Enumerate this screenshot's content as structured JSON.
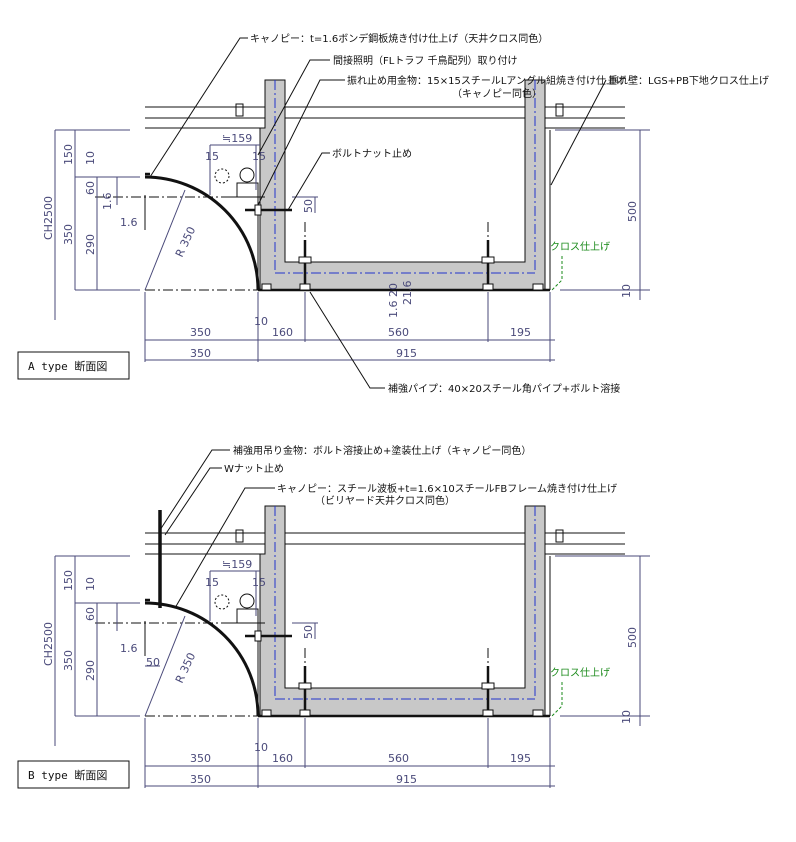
{
  "sections": {
    "a": {
      "label": "A type 断面図",
      "canopy_note": "キャノピー：t=1.6ボンデ鋼板焼き付け仕上げ（天井クロス同色）",
      "lighting_note": "間接照明（FLトラフ 千鳥配列）取り付け",
      "bracing_note": "振れ止め用金物：15×15スチールLアングル組焼き付け仕上げ",
      "bracing_note_sub": "（キャノピー同色）",
      "wall_note": "垂れ壁：LGS+PB下地クロス仕上げ",
      "bolt_note": "ボルトナット止め",
      "pipe_note": "補強パイプ：40×20スチール角パイプ+ボルト溶接"
    },
    "b": {
      "label": "B type 断面図",
      "hanger_note": "補強用吊り金物：ボルト溶接止め+塗装仕上げ（キャノピー同色）",
      "nut_note": "Wナット止め",
      "canopy_note": "キャノピー：スチール波板+t=1.6×10スチールFBフレーム焼き付け仕上げ",
      "canopy_note_sub": "（ビリヤード天井クロス同色）",
      "dim_50": "50"
    },
    "finish_note": "クロス仕上げ",
    "dims": {
      "ch": "CH2500",
      "d150": "150",
      "d10": "10",
      "d60": "60",
      "d1_6": "1.6",
      "d350": "350",
      "d290": "290",
      "r350": "R 350",
      "d159": "≒159",
      "d15": "15",
      "d50": "50",
      "d160": "160",
      "d560": "560",
      "d195": "195",
      "d915": "915",
      "d500": "500",
      "d1_6_20": "1.6 20",
      "d21_6": "21.6"
    }
  }
}
